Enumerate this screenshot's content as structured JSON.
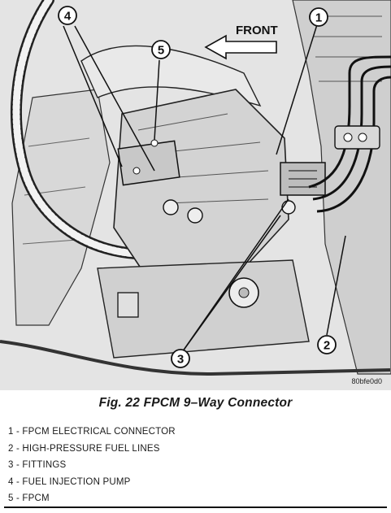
{
  "figure": {
    "front_label": "FRONT",
    "image_code": "80bfe0d0",
    "title": "Fig. 22 FPCM 9–Way Connector"
  },
  "callouts": [
    {
      "number": "1"
    },
    {
      "number": "2"
    },
    {
      "number": "3"
    },
    {
      "number": "4"
    },
    {
      "number": "5"
    }
  ],
  "legend": [
    {
      "text": "1 - FPCM ELECTRICAL CONNECTOR"
    },
    {
      "text": "2 - HIGH-PRESSURE FUEL LINES"
    },
    {
      "text": "3 - FITTINGS"
    },
    {
      "text": "4 - FUEL INJECTION PUMP"
    },
    {
      "text": "5 - FPCM"
    }
  ]
}
